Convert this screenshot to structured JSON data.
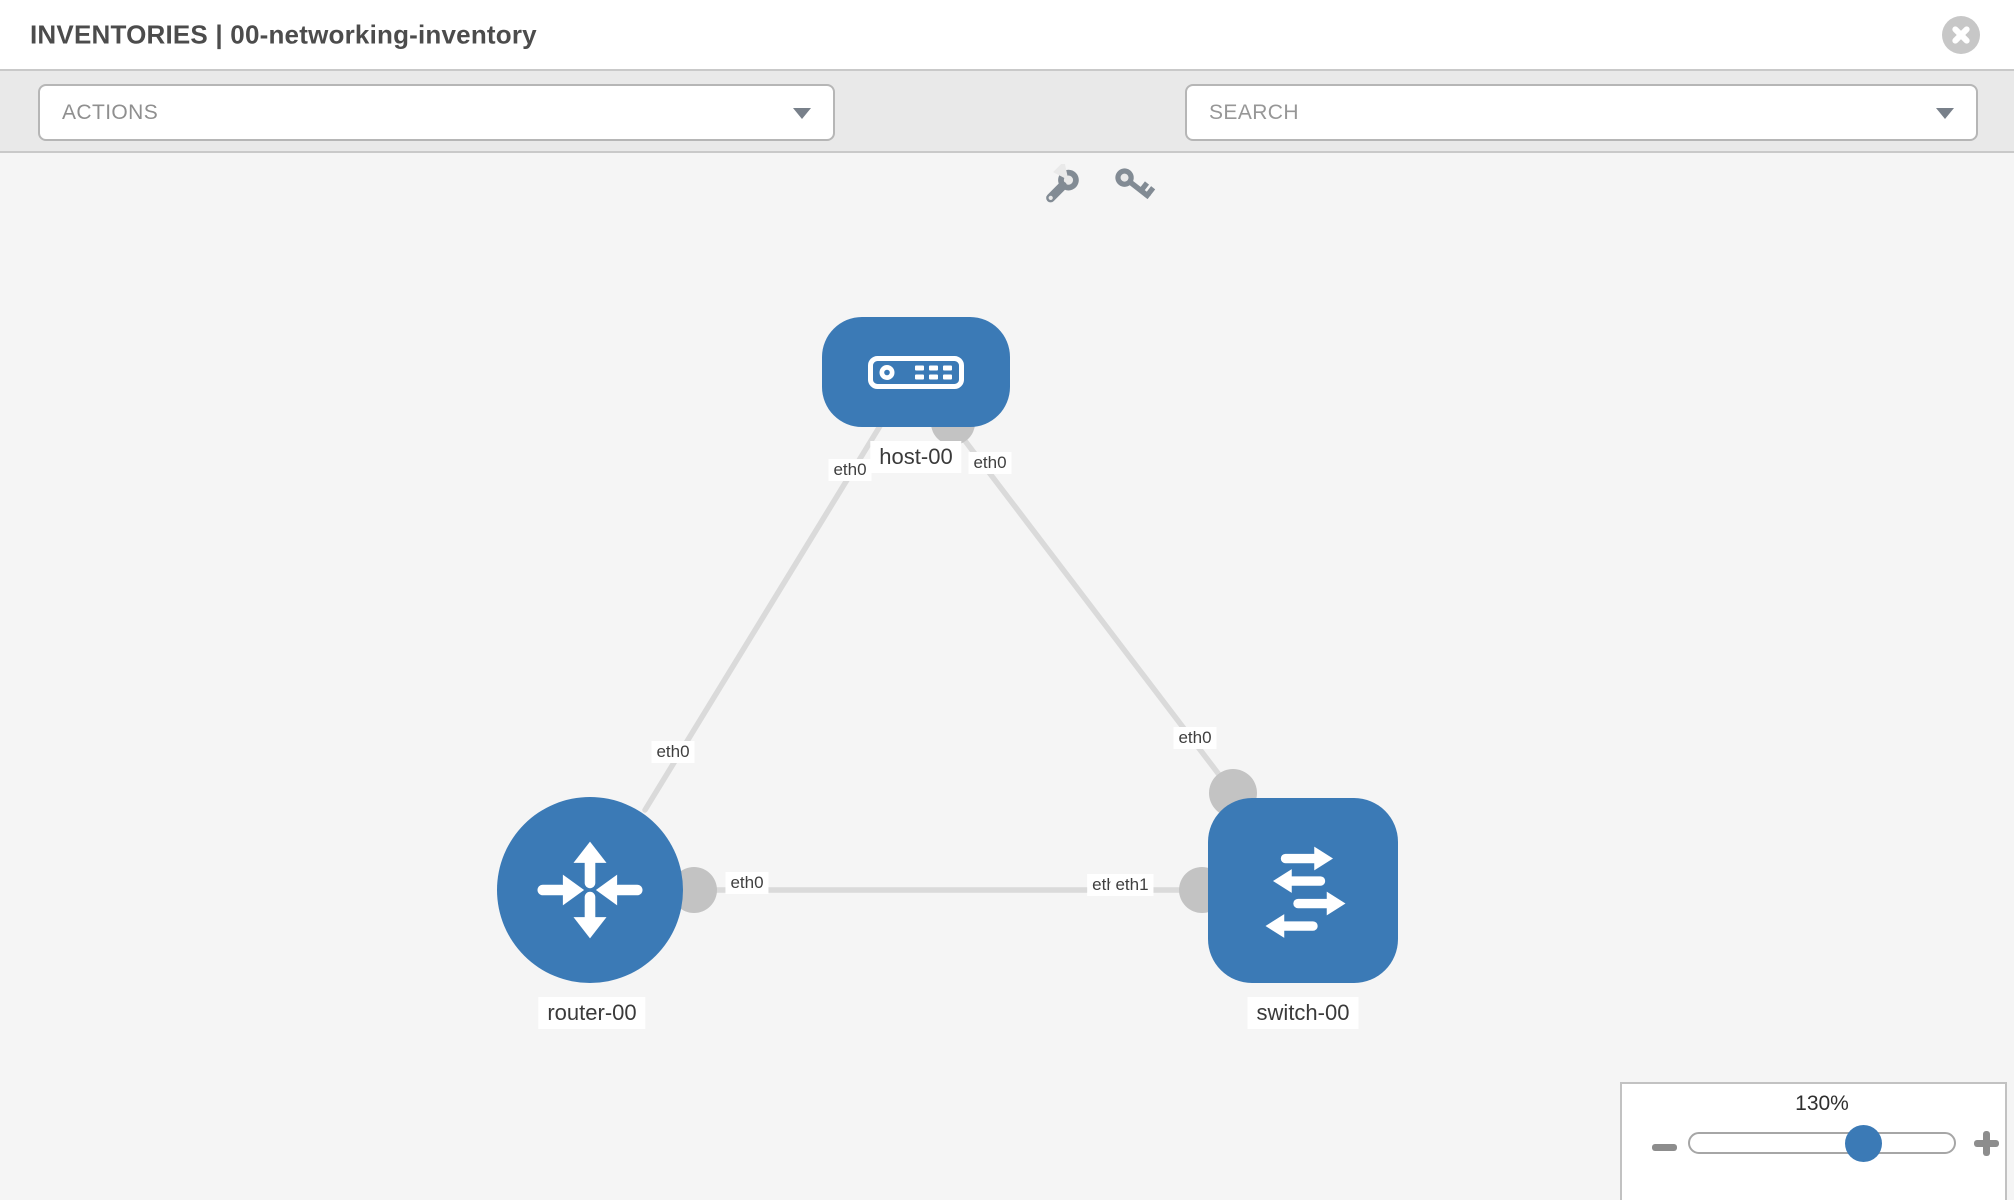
{
  "header": {
    "title": "INVENTORIES | 00-networking-inventory"
  },
  "toolbar": {
    "actions_placeholder": "ACTIONS",
    "search_placeholder": "SEARCH",
    "icons": [
      "wrench-icon",
      "key-icon"
    ]
  },
  "topology": {
    "nodes": [
      {
        "id": "host-00",
        "type": "host",
        "label": "host-00",
        "icon": "host-server-icon"
      },
      {
        "id": "router-00",
        "type": "router",
        "label": "router-00",
        "icon": "router-arrows-icon"
      },
      {
        "id": "switch-00",
        "type": "switch",
        "label": "switch-00",
        "icon": "switch-arrows-icon"
      }
    ],
    "links": [
      {
        "from": "host-00",
        "to": "router-00",
        "from_interface": "eth0",
        "to_interface": "eth0"
      },
      {
        "from": "host-00",
        "to": "switch-00",
        "from_interface": "eth0",
        "to_interface": "eth0"
      },
      {
        "from": "router-00",
        "to": "switch-00",
        "from_interface": "eth0",
        "to_interface": "eth1",
        "to_interface_overlapped_label": "eth"
      }
    ]
  },
  "zoom_control": {
    "level": "130%",
    "minus_icon": "minus-icon",
    "plus_icon": "plus-icon"
  },
  "colors": {
    "node_blue": "#3b7ab6",
    "link_gray": "#dadada",
    "port_gray": "#c3c3c3",
    "toolbar_bg": "#e9e9e9",
    "canvas_bg": "#f5f5f5"
  }
}
